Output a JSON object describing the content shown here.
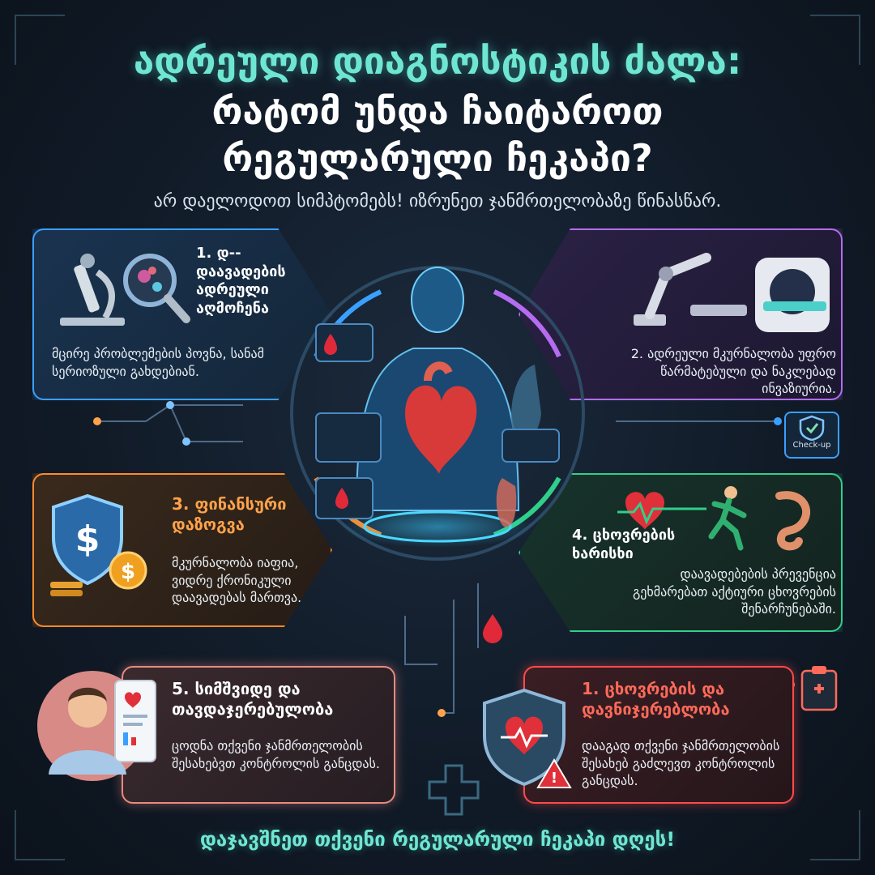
{
  "header": {
    "line1": "ადრეული დიაგნოსტიკის ძალა:",
    "line2": "რატომ უნდა ჩაიტაროთ",
    "line3": "რეგულარული ჩეკაპი?",
    "subtitle": "არ დაელოდოთ სიმპტომებს! იზრუნეთ ჯანმრთელობაზე წინასწარ."
  },
  "cards": {
    "early_detection": {
      "title": "1. დ-- დაავადების ადრეული აღმოჩენა",
      "body": "მცირე პრობლემების პოვნა, სანამ სერიოზული გახდებიან.",
      "accent": "#3aa0ff"
    },
    "early_treatment": {
      "body": "2. ადრეული მკურნალობა უფრო წარმატებული და ნაკლებად ინვაზიურია.",
      "accent": "#b46cf0"
    },
    "financial": {
      "title": "3. ფინანსური დაზოგვა",
      "body": "მკურნალობა იაფია, ვიდრე ქრონიკული დაავადებას მართვა.",
      "accent": "#ff8a2a"
    },
    "quality_of_life": {
      "title": "4. ცხოვრების ხარისხი",
      "body": "დაავადებების პრევენცია გეხმარებათ აქტიური ცხოვრების შენარჩუნებაში.",
      "accent": "#2fd08a"
    },
    "peace_of_mind": {
      "title": "5. სიმშვიდე და თავდაჯერებულობა",
      "body": "ცოდნა თქვენი ჯანმრთელობის შესახებვთ კონტროლის განცდას.",
      "accent": "#e88a80"
    },
    "confidence": {
      "title": "1. ცხოვრების და დავნიჯერებლობა",
      "body": "დააგად თქვენი ჯანმრთელობის შესახებ გაძლევთ კონტროლის განცდას.",
      "accent": "#ff4a4a"
    }
  },
  "checkup_badge": {
    "label": "Check-up"
  },
  "footer": {
    "text": "დაჯავშნეთ თქვენი რეგულარული ჩეკაპი დღეს!"
  },
  "icons": {
    "microscope": "microscope-icon",
    "magnifier": "magnifier-icon",
    "robot_arm": "robot-arm-icon",
    "mri": "mri-scanner-icon",
    "shield_dollar": "shield-dollar-icon",
    "heart_pulse": "heart-pulse-icon",
    "runner": "runner-icon",
    "person": "person-avatar-icon",
    "shield_heart": "shield-heart-icon",
    "clipboard": "clipboard-icon"
  }
}
